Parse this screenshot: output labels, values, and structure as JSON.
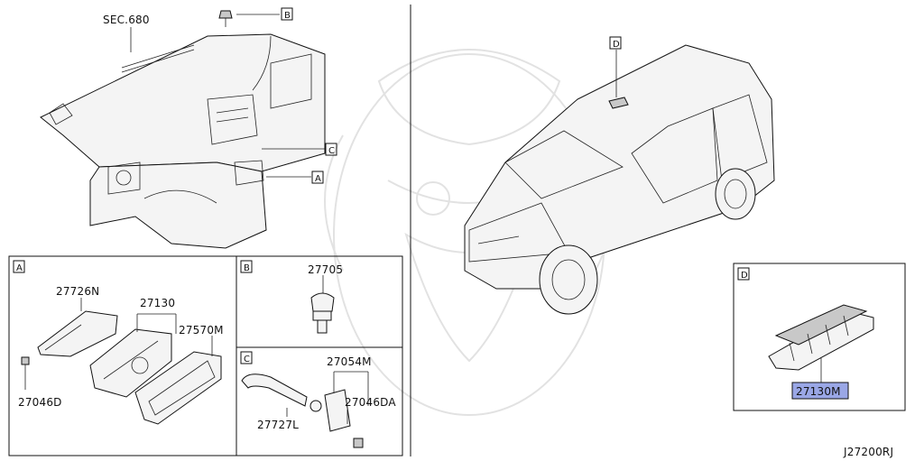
{
  "diagram": {
    "sec_ref": "SEC.680",
    "diagram_code": "J27200RJ",
    "callouts": {
      "a": "A",
      "b": "B",
      "c": "C",
      "d": "D"
    },
    "panels": {
      "a": {
        "tag": "A",
        "parts": {
          "p1": "27726N",
          "p2": "27130",
          "p3": "27570M",
          "p4": "27046D"
        }
      },
      "b": {
        "tag": "B",
        "parts": {
          "p1": "27705"
        }
      },
      "c": {
        "tag": "C",
        "parts": {
          "p1": "27054M",
          "p2": "27046DA",
          "p3": "27727L"
        }
      },
      "d": {
        "tag": "D",
        "parts": {
          "p1": "27130M"
        },
        "highlight_color": "#9aa7e6"
      }
    }
  }
}
